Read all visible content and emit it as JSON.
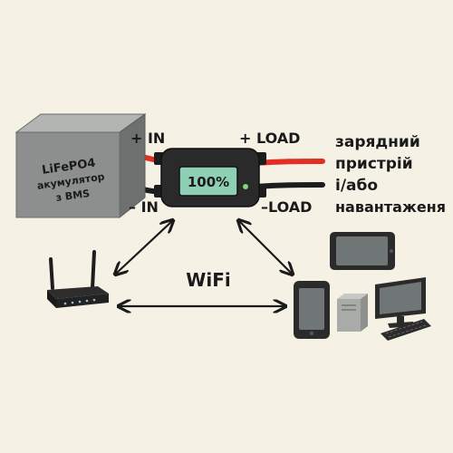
{
  "battery": {
    "line1": "LiFePO4",
    "line2": "акумулятор",
    "line3": "з BMS"
  },
  "module": {
    "display_value": "100%"
  },
  "terminals": {
    "in_plus": "+ IN",
    "in_minus": "– IN",
    "load_plus": "+ LOAD",
    "load_minus": "–LOAD"
  },
  "load_description": {
    "line1": "зарядний",
    "line2": "пристрій",
    "line3": "і/або",
    "line4": "навантаженя"
  },
  "wireless": {
    "label": "WiFi"
  },
  "colors": {
    "background": "#f6f1e5",
    "wire_positive": "#e03023",
    "wire_negative": "#1c1c1c",
    "display_bg": "#8ed0b4",
    "battery_front": "#8c8f8e",
    "battery_side": "#6d706f",
    "battery_top": "#b3b5b3"
  },
  "icons": {
    "battery": "battery-cube-icon",
    "module": "battery-monitor-module-icon",
    "router": "wifi-router-icon",
    "phone": "smartphone-icon",
    "tablet": "tablet-icon",
    "pc": "desktop-pc-icon",
    "monitor": "monitor-icon",
    "keyboard": "keyboard-icon"
  }
}
